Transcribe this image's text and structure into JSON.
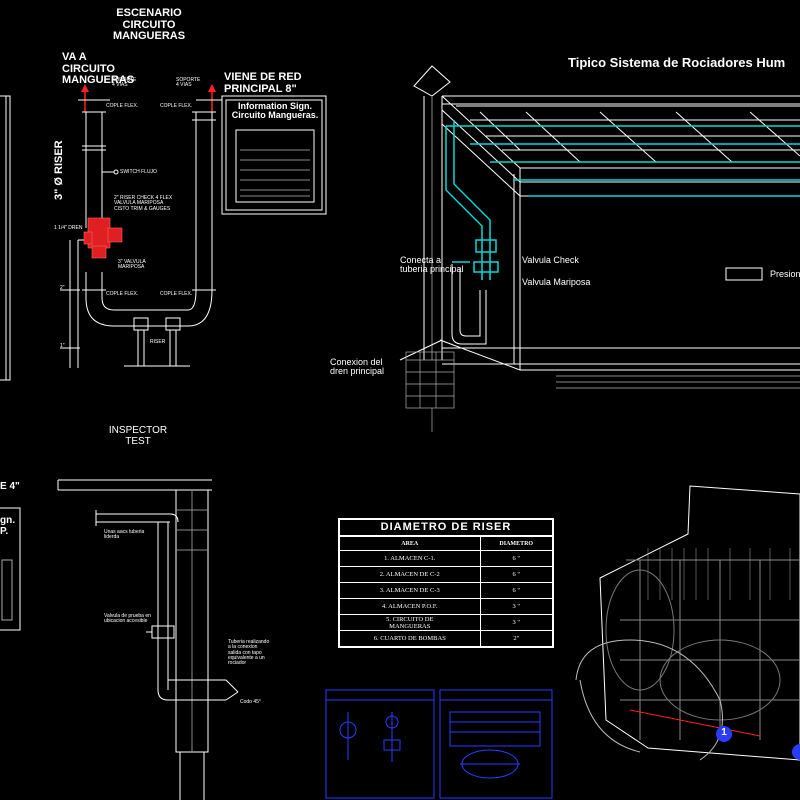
{
  "riser_scenario": {
    "title": "ESCENARIO\nCIRCUITO\nMANGUERAS",
    "left_label": "VA A\nCIRCUITO\nMANGUERAS",
    "right_label": "VIENE DE RED\nPRINCIPAL 8\"",
    "soporte_left": "SOPORTE\n4 VIAS",
    "soporte_right": "SOPORTE\n4 VIAS",
    "cople_flex_1": "COPLE FLEX.",
    "cople_flex_2": "COPLE FLEX.",
    "cople_flex_3": "COPLE FLEX.",
    "cople_flex_4": "COPLE FLEX.",
    "riser_vertical": "3\" Ø RISER",
    "switch_flujo": "SWITCH FLUJO",
    "check_valve_note": "2\" RISER CHECK 4 FLEX\nVALVULA MARIPOSA\nCISTO TRIM & GAUGES",
    "dren": "1 1/4\" DREN",
    "valvula_mariposa": "3\" VALVULA\nMARIPOSA",
    "dim_2": "2\"",
    "dim_1": "1\"",
    "riser_bottom": "RISER",
    "info_sign_title": "Information Sign.\nCircuito Mangueras."
  },
  "rociadores": {
    "title": "Tipico Sistema de Rociadores Hum",
    "conecta": "Conecta a\ntuberia principal",
    "valvula_check": "Valvula Check",
    "valvula_mariposa": "Valvula Mariposa",
    "conexion_dren": "Conexion del\ndren principal",
    "presion": "Presion"
  },
  "inspector": {
    "title": "INSPECTOR\nTEST",
    "note_top": "Unas aacs tuberia\nliderda",
    "note_valve": "Valvula de prueba en\nubicacion accesible",
    "note_right": "Tuberia realizando\na la conexion\nsalida con tapo\nequivalente a un\nrociador",
    "codo": "Codo 45°"
  },
  "left_fragment": {
    "label_e4": "E 4\"",
    "label_gn": "gn.\nP."
  },
  "riser_table": {
    "title": "DIAMETRO  DE  RISER",
    "col_area": "AREA",
    "col_diam": "DIAMETRO",
    "rows": [
      {
        "area": "1. ALMACEN C-1.",
        "diam": "6 \""
      },
      {
        "area": "2. ALMACEN DE C-2",
        "diam": "6 \""
      },
      {
        "area": "3. ALMACEN DE C-3",
        "diam": "6 \""
      },
      {
        "area": "4. ALMACEN P.O.F.",
        "diam": "3 \""
      },
      {
        "area": "5. CIRCUITO DE\nMANGUERAS",
        "diam": "3 \""
      },
      {
        "area": "6. CUARTO DE BOMBAS",
        "diam": "2\""
      }
    ]
  },
  "plan": {
    "marker": "1"
  },
  "colors": {
    "bg": "#000000",
    "line": "#ffffff",
    "cyan": "#00d8d8",
    "red": "#ff2020",
    "blue": "#2a3cff",
    "grey": "#9a9a9a"
  }
}
